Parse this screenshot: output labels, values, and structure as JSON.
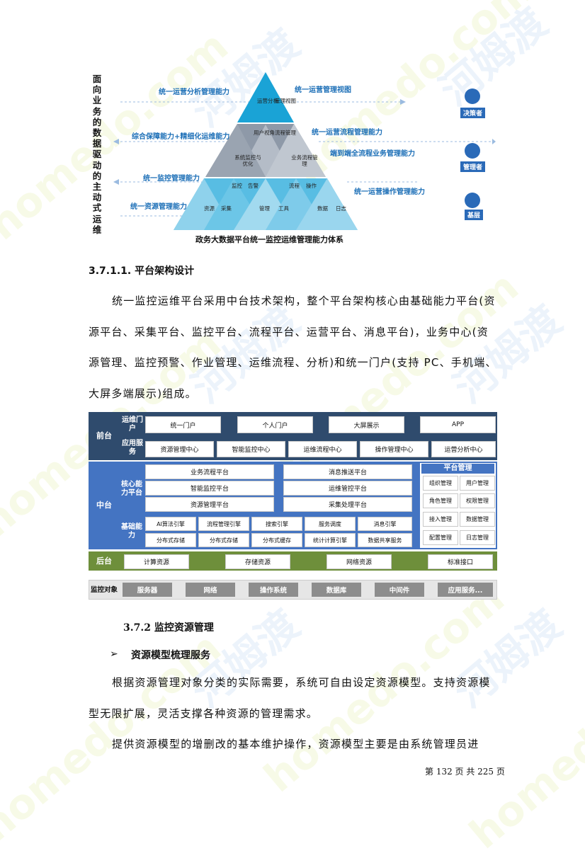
{
  "watermark": {
    "site": "homedo.com",
    "brand": "河姆渡"
  },
  "pyramid_figure": {
    "vertical_title": "面向业务的数据驱动的主动式运维",
    "caption": "政务大数据平台统一监控运维管理能力体系",
    "left_labels": [
      "统一运营分析管理能力",
      "综合保障能力+精细化运维能力",
      "统一监控管理能力",
      "统一资源管理能力"
    ],
    "right_labels": [
      "统一运营管理视图",
      "统一运营流程管理能力",
      "端到端全流程业务管理能力",
      "统一运营操作管理能力"
    ],
    "top_cells": [
      "运营分析",
      "管理视图"
    ],
    "mid_cells": [
      "用户视角",
      "流程管理",
      "系统监控与优化",
      "业务流程管理"
    ],
    "bottom_cells": [
      "资源",
      "采集",
      "监控",
      "告警",
      "管理",
      "工具",
      "流程",
      "操作",
      "数据",
      "日志"
    ],
    "roles": [
      "决策者",
      "管理者",
      "基层"
    ]
  },
  "section_371": {
    "heading": "3.7.1.1. 平台架构设计",
    "paragraph": "统一监控运维平台采用中台技术架构，整个平台架构核心由基础能力平台(资源平台、采集平台、监控平台、流程平台、运营平台、消息平台)，业务中心(资源管理、监控预警、作业管理、运维流程、分析)和统一门户(支持 PC、手机端、大屏多端展示)组成。"
  },
  "arch": {
    "front_label": "前台",
    "middle_label": "中台",
    "back_label": "后台",
    "target_label": "监控对象",
    "portal_label": "运维门户",
    "portal_items": [
      "统一门户",
      "个人门户",
      "大屏展示",
      "APP"
    ],
    "app_label": "应用服务",
    "app_items": [
      "资源管理中心",
      "智能监控中心",
      "运维流程中心",
      "操作管理中心",
      "运营分析中心"
    ],
    "core_label": "核心能力平台",
    "core_left": [
      "业务流程平台",
      "智能监控平台",
      "资源管理平台"
    ],
    "core_right": [
      "消息推送平台",
      "运维管控平台",
      "采集处理平台"
    ],
    "base_label": "基础能力",
    "base_row1": [
      "AI算法引擎",
      "流程管理引擎",
      "搜索引擎",
      "服务调度",
      "消息引擎"
    ],
    "base_row2": [
      "分布式存储",
      "分布式存储",
      "分布式缓存",
      "统计计算引擎",
      "数据共享服务"
    ],
    "platform_title": "平台管理",
    "platform_items": [
      "组织管理",
      "用户管理",
      "角色管理",
      "权限管理",
      "接入管理",
      "数据管理",
      "配置管理",
      "日志管理"
    ],
    "back_items": [
      "计算资源",
      "存储资源",
      "网络资源",
      "标准接口"
    ],
    "target_items": [
      "服务器",
      "网络",
      "操作系统",
      "数据库",
      "中间件",
      "应用服务..."
    ]
  },
  "section_372": {
    "heading": "3.7.2   监控资源管理",
    "bullet": "资源模型梳理服务",
    "paragraph1": "根据资源管理对象分类的实际需要，系统可自由设定资源模型。支持资源模型无限扩展，灵活支撑各种资源的管理需求。",
    "paragraph2": "提供资源模型的增删改的基本维护操作，资源模型主要是由系统管理员进"
  },
  "footer": {
    "page": "第 132 页 共 225 页"
  }
}
